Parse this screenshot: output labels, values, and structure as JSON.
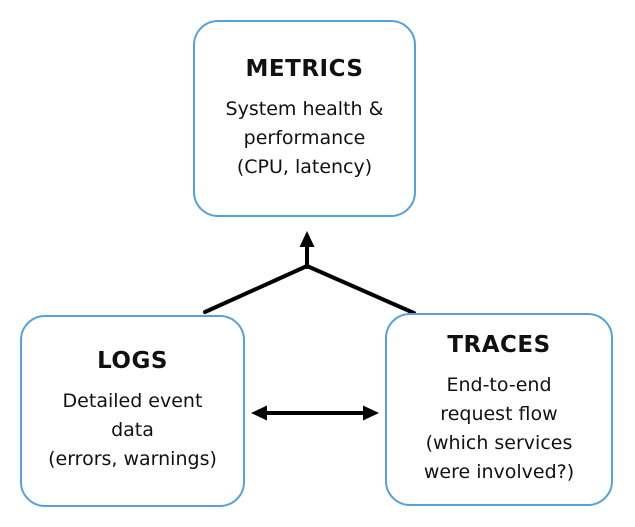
{
  "diagram": {
    "nodes": [
      {
        "id": "metrics",
        "title": "METRICS",
        "description": "System health &\nperformance\n(CPU, latency)"
      },
      {
        "id": "logs",
        "title": "LOGS",
        "description": "Detailed event\ndata\n(errors, warnings)"
      },
      {
        "id": "traces",
        "title": "TRACES",
        "description": "End-to-end\nrequest flow\n(which services\nwere involved?)"
      }
    ],
    "edges": [
      {
        "from": "logs",
        "to": "metrics",
        "style": "single-arrow"
      },
      {
        "from": "traces",
        "to": "metrics",
        "style": "single-arrow"
      },
      {
        "from": "logs",
        "to": "traces",
        "style": "double-arrow"
      }
    ],
    "colors": {
      "box_border": "#55a1de",
      "arrow": "#000000",
      "text": "#111111",
      "background": "#ffffff"
    }
  }
}
